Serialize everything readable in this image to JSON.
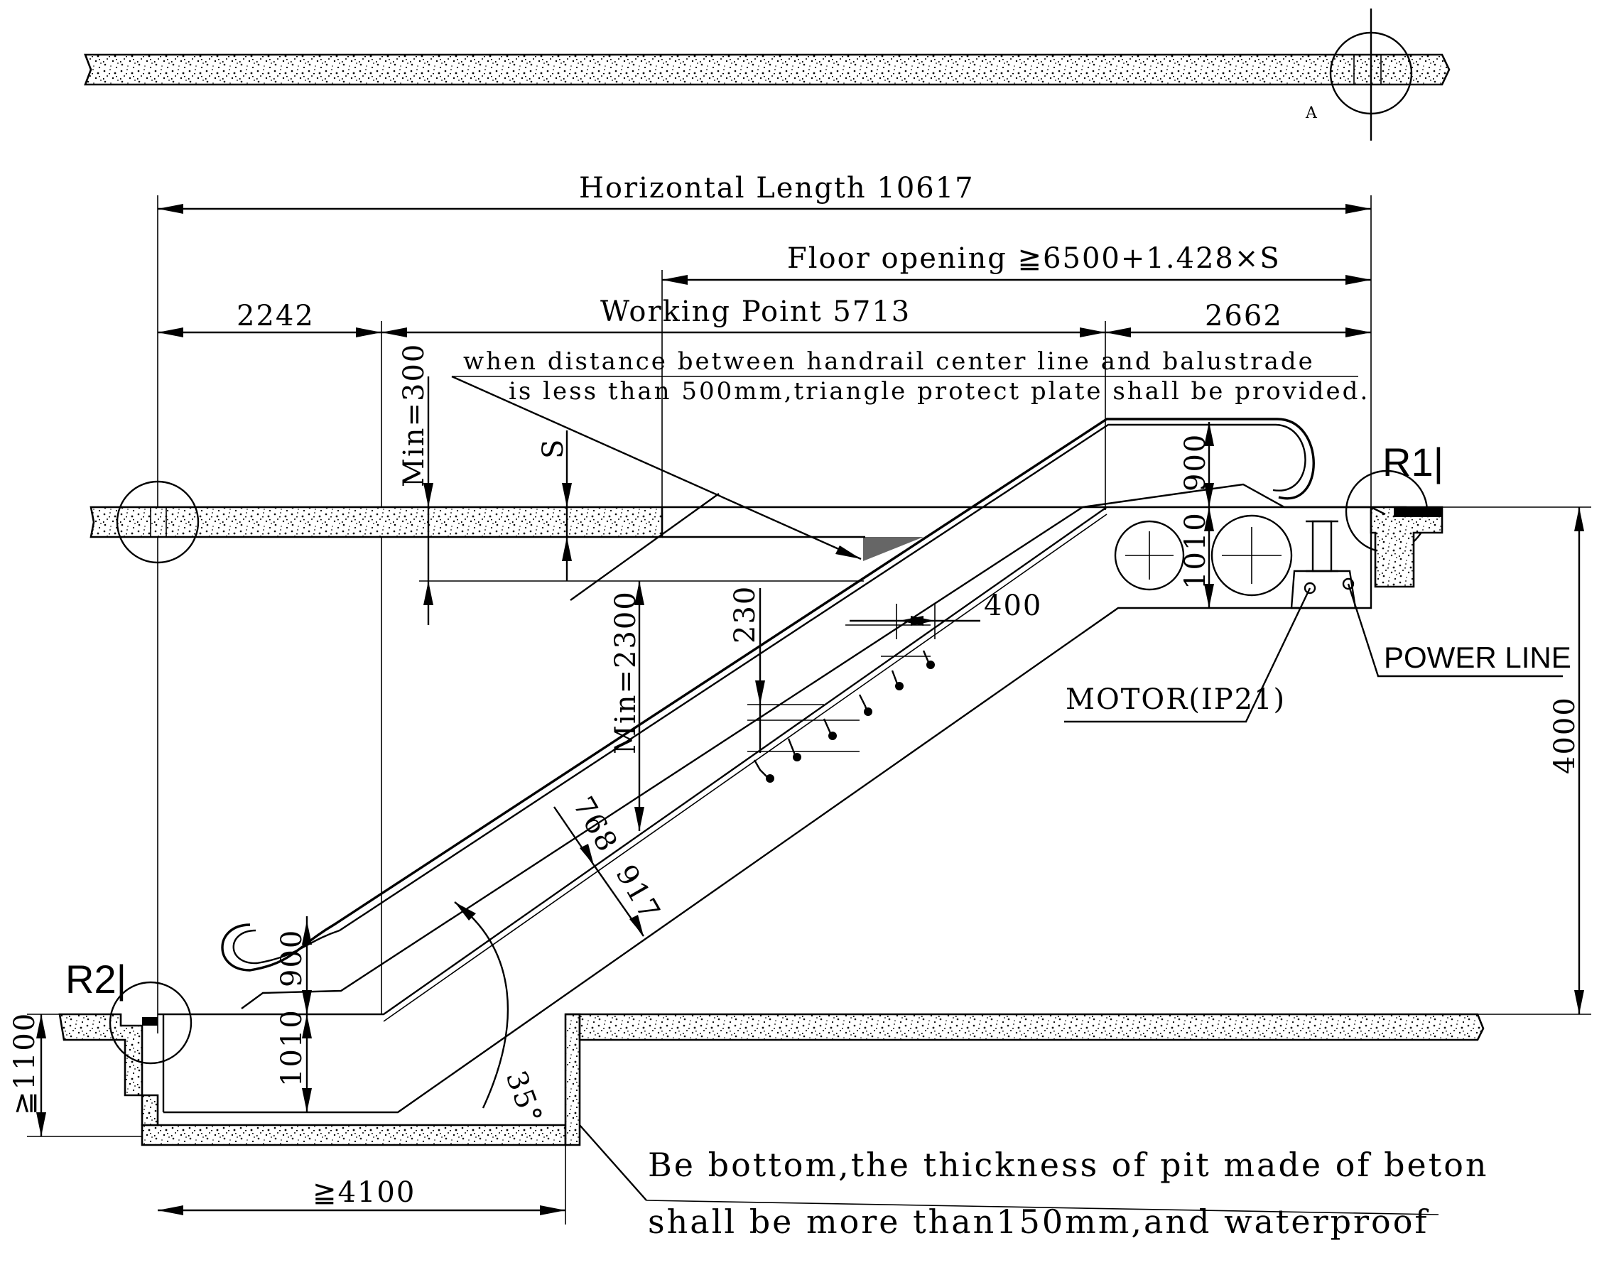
{
  "header": {
    "section_mark": "A"
  },
  "dimensions": {
    "horizontal_length": "Horizontal Length 10617",
    "floor_opening": "Floor opening ≧6500+1.428×S",
    "left_span": "2242",
    "working_point": "Working Point 5713",
    "right_span": "2662",
    "min_300": "Min=300",
    "s_mark": "S",
    "min_2300": "Min=2300",
    "d230": "230",
    "d400": "400",
    "upper_900": "900",
    "upper_1010": "1010",
    "rise_4000": "4000",
    "d768": "768",
    "d917": "917",
    "lower_900": "900",
    "lower_1010": "1010",
    "pit_depth": "≧1100",
    "pit_length": "≧4100",
    "angle": "35°"
  },
  "labels": {
    "r1": "R1|",
    "r2": "R2|",
    "power_line": "POWER LINE",
    "motor": "MOTOR(IP21)"
  },
  "notes": {
    "triangle_line1": "when distance between handrail center line and balustrade",
    "triangle_line2": "is less than 500mm,triangle protect plate shall be provided.",
    "pit_line1": "Be bottom,the thickness of pit made of beton",
    "pit_line2": "shall be more than150mm,and waterproof"
  }
}
